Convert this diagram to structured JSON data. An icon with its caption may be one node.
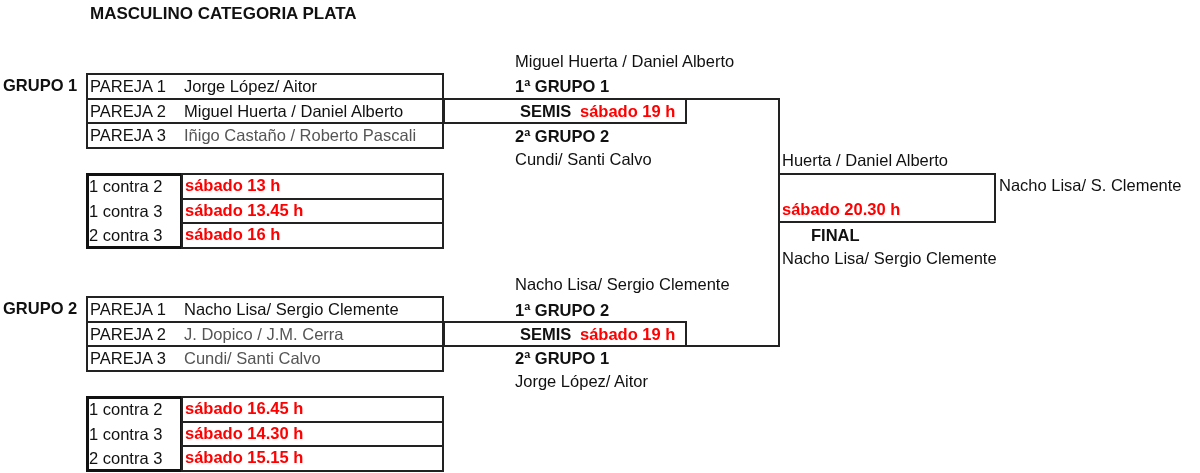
{
  "diagram": {
    "title": "MASCULINO CATEGORIA PLATA",
    "nodes": [
      {
        "text": [
          "SEMIS",
          "sábado 19 h"
        ],
        "beside": [
          "Miguel Huerta / Daniel Alberto",
          "1ª GRUPO 1",
          "2ª GRUPO 2",
          "Cundi/ Santi Calvo"
        ]
      },
      {
        "text": [
          "sábado 20.30 h"
        ],
        "beside": [
          "Huerta / Daniel Alberto",
          "Nacho Lisa/ S. Clemente",
          "FINAL",
          "Nacho Lisa/ Sergio Clemente"
        ]
      },
      {
        "text": [
          "SEMIS",
          "sábado 19 h"
        ],
        "beside": [
          "Nacho Lisa/ Sergio Clemente",
          "1ª GRUPO 2",
          "2ª GRUPO 1",
          "Jorge López/ Aitor"
        ]
      }
    ],
    "edges": [
      {
        "from": 0,
        "to": 1,
        "arrow": "none"
      },
      {
        "from": 2,
        "to": 1,
        "arrow": "none"
      }
    ],
    "labels": [
      "GRUPO 1",
      "PAREJA 1",
      "Jorge López/ Aitor",
      "PAREJA 2",
      "Miguel Huerta / Daniel Alberto",
      "PAREJA 3",
      "Iñigo Castaño / Roberto Pascali",
      "1 contra 2",
      "sábado 13 h",
      "1 contra 3",
      "sábado 13.45 h",
      "2 contra 3",
      "sábado 16 h",
      "GRUPO 2",
      "PAREJA 1",
      "Nacho Lisa/ Sergio Clemente",
      "PAREJA 2",
      "J. Dopico / J.M. Cerra",
      "PAREJA 3",
      "Cundi/ Santi Calvo",
      "1 contra 2",
      "sábado 16.45 h",
      "1 contra 3",
      "sábado 14.30 h",
      "2 contra 3",
      "sábado 15.15 h"
    ]
  }
}
